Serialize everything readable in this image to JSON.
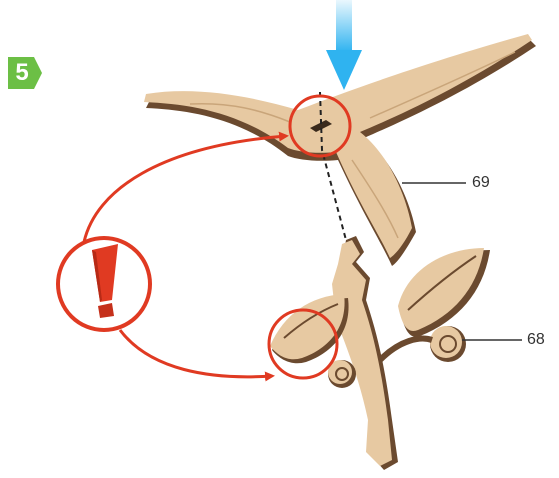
{
  "step": {
    "number": "5"
  },
  "parts": [
    {
      "number": "69"
    },
    {
      "number": "68"
    }
  ],
  "colors": {
    "step_badge": "#6cbf45",
    "wood": "#e7c9a2",
    "wood_edge": "#6b4a2f",
    "warning_red": "#e03a22",
    "arrow_blue": "#2fb3f0",
    "leader_line": "#333333"
  },
  "icons": [
    "exclamation-icon",
    "down-arrow-icon"
  ]
}
